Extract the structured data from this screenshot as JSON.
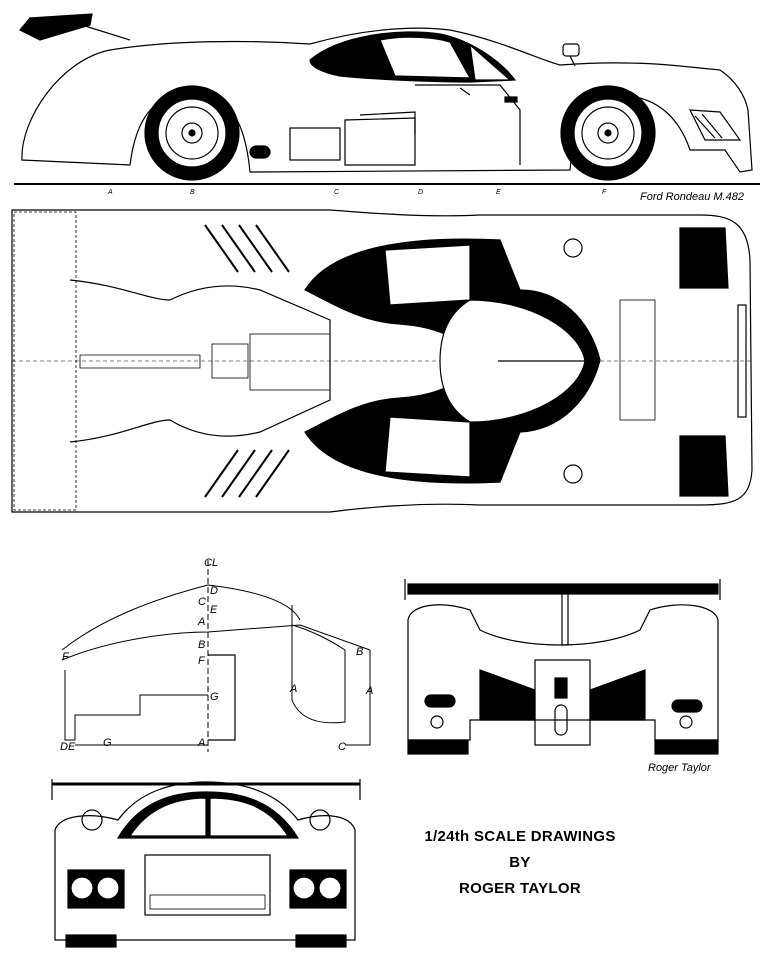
{
  "side_view": {
    "model_label": "Ford Rondeau M.482",
    "stations": [
      "A",
      "B",
      "C",
      "D",
      "E",
      "F"
    ]
  },
  "sections": {
    "labels_left": [
      "D",
      "C",
      "E",
      "A",
      "B",
      "F",
      "G",
      "A"
    ],
    "centerline_label": "CL",
    "other": [
      "F",
      "B",
      "A",
      "A",
      "C",
      "DE",
      "G"
    ]
  },
  "rear_view": {
    "credit": "Roger Taylor"
  },
  "caption": {
    "line1": "1/24th SCALE DRAWINGS",
    "line2": "BY",
    "line3": "ROGER TAYLOR"
  }
}
